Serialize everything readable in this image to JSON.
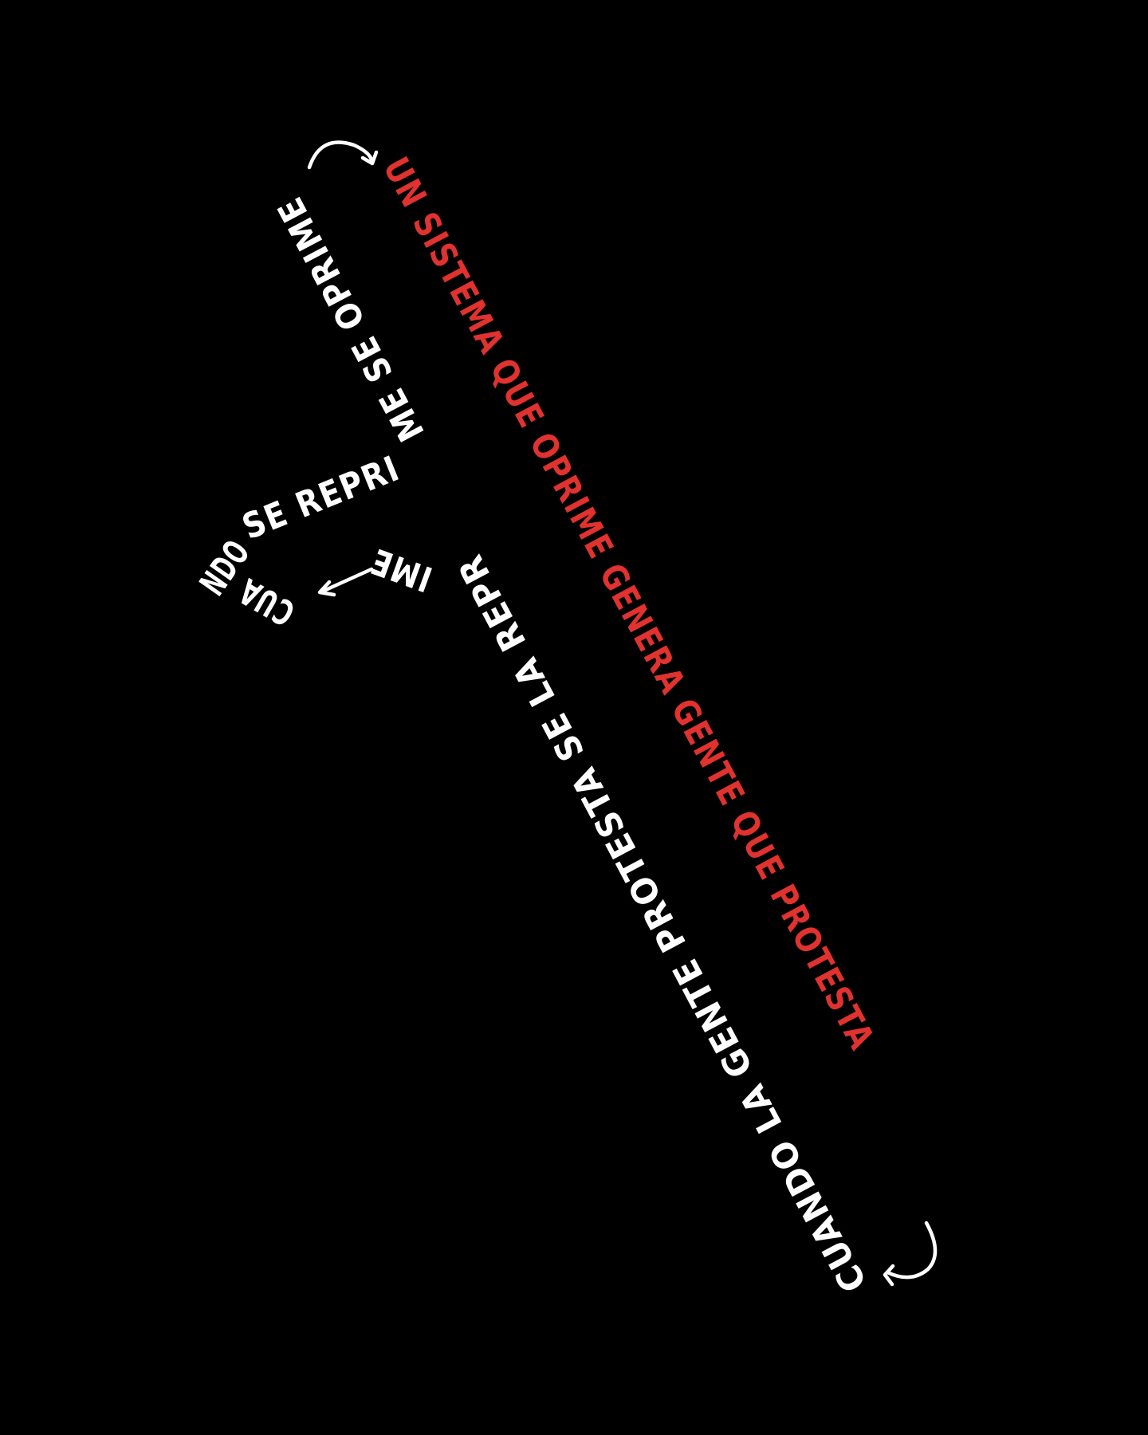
{
  "poster": {
    "background_color": "#000000",
    "text_primary_color": "#ffffff",
    "text_accent_color": "#e0322e",
    "segments": {
      "red_main": "UN SISTEMA QUE OPRIME GENERA GENTE QUE PROTESTA",
      "white_main": "CUANDO LA GENTE PROTESTA SE LA REPR",
      "white_bottom": "IME",
      "white_loop_cua": "CUA",
      "white_loop_ndo": "NDO",
      "white_mid": "SE REPRI",
      "white_upper": "ME SE OPRIME"
    },
    "arrows": [
      "curved-arrow-top",
      "curved-arrow-bottom",
      "straight-arrow-left"
    ]
  }
}
